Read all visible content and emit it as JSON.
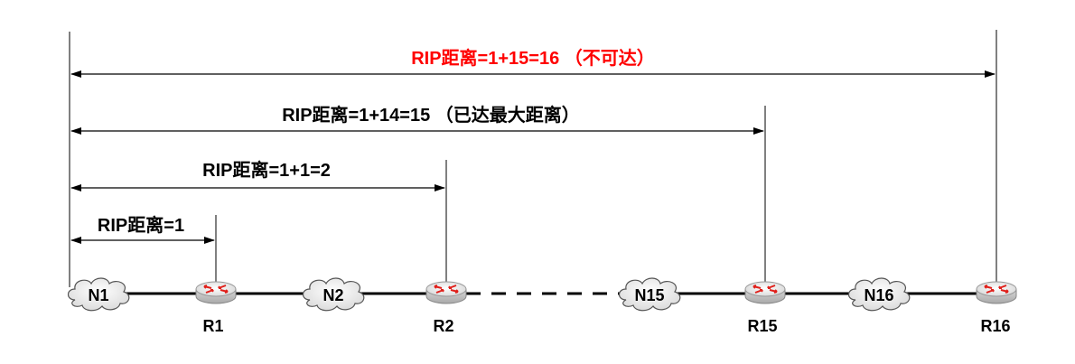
{
  "colors": {
    "accent_red": "#ff0000",
    "text": "#000000",
    "cloud_fill": "#f2f2f2",
    "router_top": "#eeeeee",
    "router_arrow": "#e0201b"
  },
  "dimensions": {
    "d1": "RIP距离=1",
    "d2": "RIP距离=1+1=2",
    "d3": "RIP距离=1+14=15 （已达最大距离）",
    "d4": "RIP距离=1+15=16 （不可达）"
  },
  "networks": {
    "n1": "N1",
    "n2": "N2",
    "n15": "N15",
    "n16": "N16"
  },
  "routers": {
    "r1": "R1",
    "r2": "R2",
    "r15": "R15",
    "r16": "R16"
  }
}
